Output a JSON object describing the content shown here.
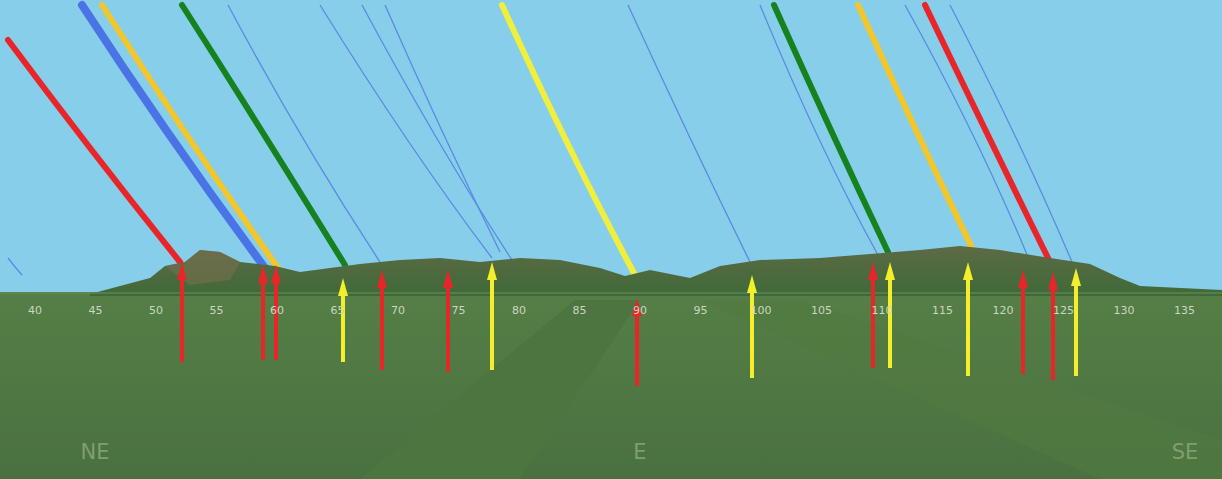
{
  "diagram": {
    "labels": [
      "40",
      "45",
      "50",
      "55",
      "60",
      "65",
      "70",
      "75",
      "80",
      "85",
      "90",
      "95",
      "100",
      "105",
      "110",
      "115",
      "120",
      "125",
      "130",
      "135",
      "NE",
      "E",
      "SE"
    ]
  }
}
